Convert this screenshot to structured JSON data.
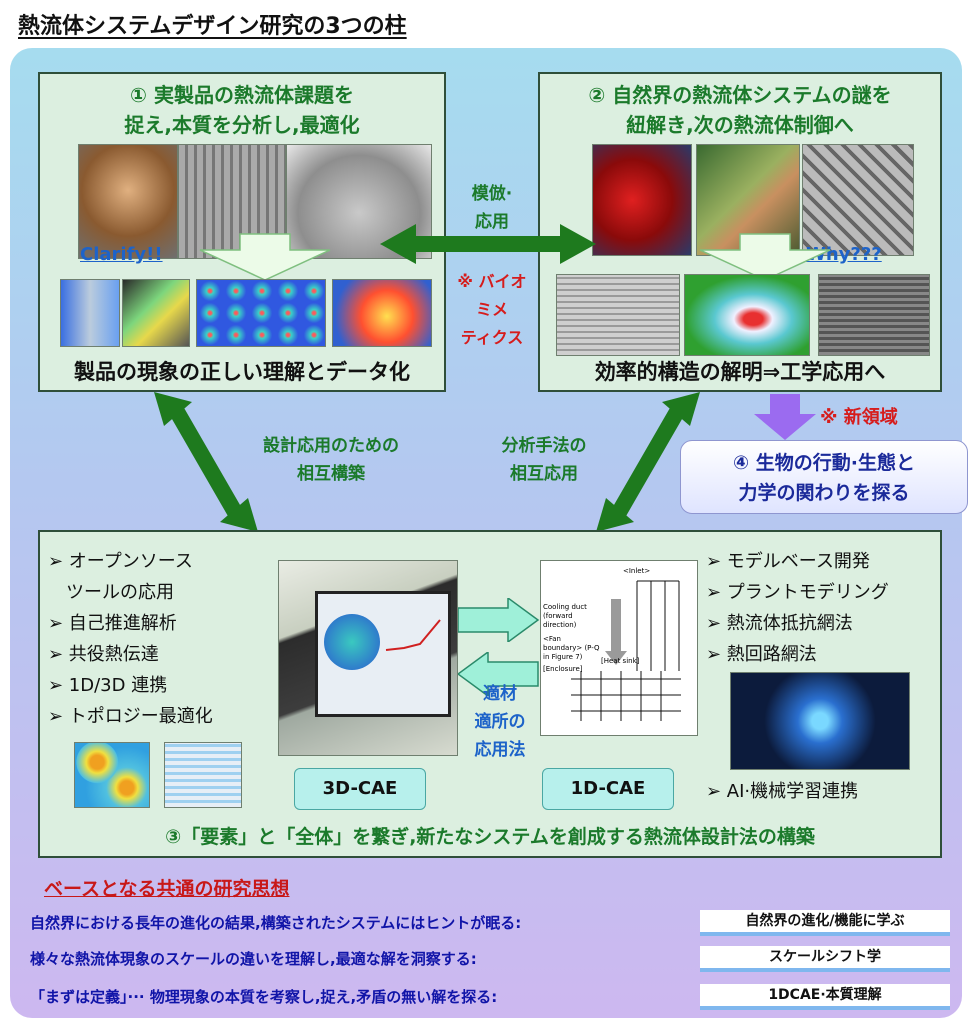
{
  "title": "熱流体システムデザイン研究の3つの柱",
  "pillar1": {
    "title_l1": "① 実製品の熱流体課題を",
    "title_l2": "捉え,本質を分析し,最適化",
    "clarify": "Clarify!!",
    "caption": "製品の現象の正しい理解とデータ化"
  },
  "pillar2": {
    "title_l1": "② 自然界の熱流体システムの謎を",
    "title_l2": "紐解き,次の熱流体制御へ",
    "why": "Why???",
    "caption": "効率的構造の解明⇒工学応用へ"
  },
  "center": {
    "mimic_l1": "模倣·",
    "mimic_l2": "応用",
    "bio_l1": "※ バイオ",
    "bio_l2": "ミメ",
    "bio_l3": "ティクス"
  },
  "new_area": "※ 新領域",
  "pillar4": {
    "line1": "④ 生物の行動·生態と",
    "line2": "力学の関わりを探る"
  },
  "link_left": {
    "line1": "設計応用のための",
    "line2": "相互構築"
  },
  "link_right": {
    "line1": "分析手法の",
    "line2": "相互応用"
  },
  "pillar3": {
    "left_list": [
      "➢ オープンソース",
      "　ツールの応用",
      "➢ 自己推進解析",
      "➢ 共役熱伝達",
      "➢ 1D/3D 連携",
      "➢ トポロジー最適化"
    ],
    "right_list": [
      "➢ モデルベース開発",
      "➢ プラントモデリング",
      "➢ 熱流体抵抗網法",
      "➢ 熱回路網法"
    ],
    "ai": "➢ AI·機械学習連携",
    "method_l1": "適材",
    "method_l2": "適所の",
    "method_l3": "応用法",
    "cae3d": "3D-CAE",
    "cae1d": "1D-CAE",
    "caption": "③「要素」と「全体」を繋ぎ,新たなシステムを創成する熱流体設計法の構築",
    "diagram_labels": {
      "inlet": "<Inlet>",
      "cooling_duct": "Cooling duct (forward direction)",
      "fan_boundary": "<Fan boundary> (P-Q in Figure 7)",
      "heat_sink": "[Heat sink]",
      "enclosure": "[Enclosure]"
    }
  },
  "footer": {
    "heading": "ベースとなる共通の研究思想",
    "rows": [
      {
        "text": "自然界における長年の進化の結果,構築されたシステムにはヒントが眠る:",
        "keyword": "自然界の進化/機能に学ぶ"
      },
      {
        "text": "様々な熱流体現象のスケールの違いを理解し,最適な解を洞察する:",
        "keyword": "スケールシフト学"
      },
      {
        "text": "「まずは定義」··· 物理現象の本質を考察し,捉え,矛盾の無い解を探る:",
        "keyword": "1DCAE·本質理解"
      }
    ]
  },
  "colors": {
    "green_title": "#1b7a2b",
    "link_blue": "#1d63c9",
    "red": "#d61c1c",
    "footer_blue": "#1014a8",
    "arrow_green": "#1e7a1e",
    "purple_arrow": "#9b6bf0"
  }
}
